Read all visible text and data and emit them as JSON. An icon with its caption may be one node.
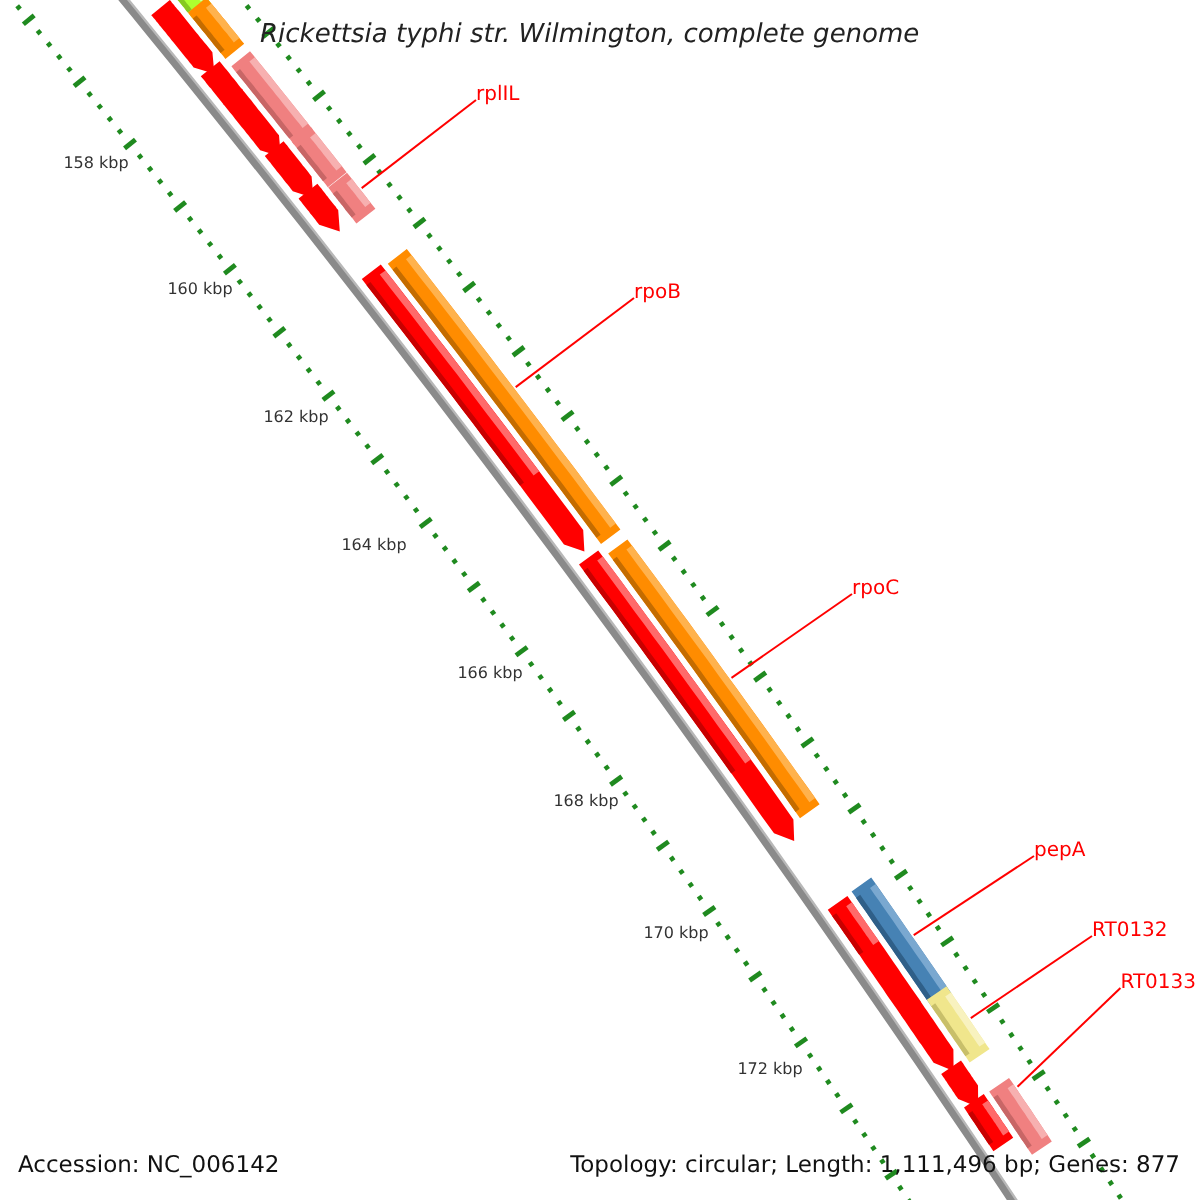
{
  "diagram": {
    "title": "Rickettsia typhi str. Wilmington, complete genome",
    "nodes": [
      {
        "text": [
          "rplIL"
        ]
      },
      {
        "text": [
          "rpoB"
        ]
      },
      {
        "text": [
          "rpoC"
        ]
      },
      {
        "text": [
          "pepA"
        ]
      },
      {
        "text": [
          "RT0132"
        ]
      },
      {
        "text": [
          "RT0133"
        ]
      },
      {
        "text": [],
        "shape": "bar"
      },
      {
        "text": [],
        "shape": "bar"
      },
      {
        "text": [],
        "shape": "bar"
      },
      {
        "text": [],
        "shape": "bar"
      },
      {
        "text": [],
        "shape": "bar"
      },
      {
        "text": [],
        "shape": "bar"
      }
    ],
    "edges": [
      {
        "from": 0,
        "to": 6,
        "arrow": "none"
      },
      {
        "from": 1,
        "to": 7,
        "arrow": "none"
      },
      {
        "from": 2,
        "to": 8,
        "arrow": "none"
      },
      {
        "from": 3,
        "to": 9,
        "arrow": "none"
      },
      {
        "from": 4,
        "to": 10,
        "arrow": "none"
      },
      {
        "from": 5,
        "to": 11,
        "arrow": "none"
      }
    ],
    "labels": [
      "158 kbp",
      "160 kbp",
      "162 kbp",
      "164 kbp",
      "166 kbp",
      "168 kbp",
      "170 kbp",
      "172 kbp",
      "Accession: NC_006142",
      "Topology: circular; Length: 1,111,496 bp; Genes: 877"
    ]
  }
}
